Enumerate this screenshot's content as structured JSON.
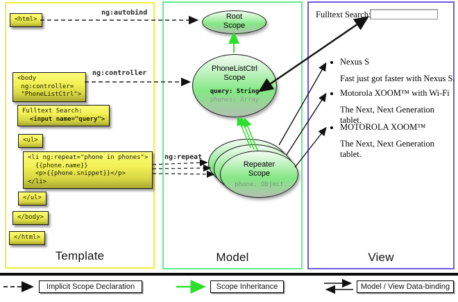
{
  "template_column": {
    "label": "Template",
    "border_color": "#f0ee35",
    "annotations": {
      "autobind": "ng:autobind",
      "controller": "ng:controller",
      "repeat": "ng:repeat"
    },
    "boxes": {
      "html_open": {
        "text": "<html>"
      },
      "body_open": {
        "line1": "<body",
        "line2": " ng:controller=",
        "line3": " \"PhoneListCtrl\">"
      },
      "fulltext": {
        "line1": "Fulltext Search:",
        "line2": "  <input name=\"query\">"
      },
      "ul_open": {
        "text": "<ul>"
      },
      "li_repeat": {
        "line1": "<li ng:repeat=\"phone in phones\">",
        "line2": "  {{phone.name}}",
        "line3": "  <p>{{phone.snippet}}</p>",
        "line4": "</li>"
      },
      "ul_close": {
        "text": "</ul>"
      },
      "body_close": {
        "text": "</body>"
      },
      "html_close": {
        "text": "</html>"
      }
    }
  },
  "model_column": {
    "label": "Model",
    "border_color": "#5cef8d",
    "scope_fill_green": "#84e884",
    "root_scope": {
      "line1": "Root",
      "line2": "Scope"
    },
    "phonelist_scope": {
      "line1": "PhoneListCtrl",
      "line2": "Scope",
      "prop1": "query: String",
      "prop2": "phones: Array"
    },
    "repeater_scope": {
      "line1": "Repeater",
      "line2": "Scope",
      "prop1": "phone: Object"
    }
  },
  "view_column": {
    "label": "View",
    "border_color": "#6b5ae0",
    "search_label": "Fulltext Search:",
    "search_value": "",
    "items": [
      {
        "title": "Nexus S",
        "desc": "Fast just got faster with Nexus S."
      },
      {
        "title": "Motorola XOOM™ with Wi-Fi",
        "desc": "The Next, Next Generation tablet."
      },
      {
        "title": "MOTOROLA XOOM™",
        "desc": "The Next, Next Generation tablet."
      }
    ]
  },
  "legend": {
    "implicit": "Implicit Scope Declaration",
    "inheritance": "Scope Inheritance",
    "binding": "Model / View Data-binding",
    "green_arrow_color": "#2bdf2b",
    "black_arrow_color": "#111111"
  }
}
